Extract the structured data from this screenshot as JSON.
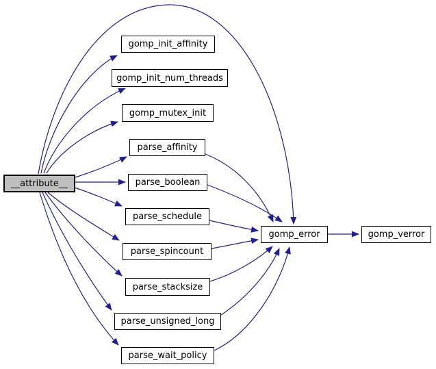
{
  "graph": {
    "type": "call-graph",
    "colors": {
      "edge": "#1f1f8f",
      "node_border": "#000000",
      "node_fill": "#ffffff",
      "highlight_fill": "#bfbfbf",
      "text": "#000000"
    },
    "nodes": [
      {
        "id": "__attribute__",
        "label": "__attribute__",
        "highlighted": true
      },
      {
        "id": "gomp_init_affinity",
        "label": "gomp_init_affinity",
        "highlighted": false
      },
      {
        "id": "gomp_init_num_threads",
        "label": "gomp_init_num_threads",
        "highlighted": false
      },
      {
        "id": "gomp_mutex_init",
        "label": "gomp_mutex_init",
        "highlighted": false
      },
      {
        "id": "parse_affinity",
        "label": "parse_affinity",
        "highlighted": false
      },
      {
        "id": "parse_boolean",
        "label": "parse_boolean",
        "highlighted": false
      },
      {
        "id": "parse_schedule",
        "label": "parse_schedule",
        "highlighted": false
      },
      {
        "id": "parse_spincount",
        "label": "parse_spincount",
        "highlighted": false
      },
      {
        "id": "parse_stacksize",
        "label": "parse_stacksize",
        "highlighted": false
      },
      {
        "id": "parse_unsigned_long",
        "label": "parse_unsigned_long",
        "highlighted": false
      },
      {
        "id": "parse_wait_policy",
        "label": "parse_wait_policy",
        "highlighted": false
      },
      {
        "id": "gomp_error",
        "label": "gomp_error",
        "highlighted": false
      },
      {
        "id": "gomp_verror",
        "label": "gomp_verror",
        "highlighted": false
      }
    ],
    "edges": [
      {
        "from": "__attribute__",
        "to": "gomp_init_affinity"
      },
      {
        "from": "__attribute__",
        "to": "gomp_init_num_threads"
      },
      {
        "from": "__attribute__",
        "to": "gomp_mutex_init"
      },
      {
        "from": "__attribute__",
        "to": "parse_affinity"
      },
      {
        "from": "__attribute__",
        "to": "parse_boolean"
      },
      {
        "from": "__attribute__",
        "to": "parse_schedule"
      },
      {
        "from": "__attribute__",
        "to": "parse_spincount"
      },
      {
        "from": "__attribute__",
        "to": "parse_stacksize"
      },
      {
        "from": "__attribute__",
        "to": "parse_unsigned_long"
      },
      {
        "from": "__attribute__",
        "to": "parse_wait_policy"
      },
      {
        "from": "__attribute__",
        "to": "gomp_error"
      },
      {
        "from": "parse_affinity",
        "to": "gomp_error"
      },
      {
        "from": "parse_boolean",
        "to": "gomp_error"
      },
      {
        "from": "parse_schedule",
        "to": "gomp_error"
      },
      {
        "from": "parse_spincount",
        "to": "gomp_error"
      },
      {
        "from": "parse_stacksize",
        "to": "gomp_error"
      },
      {
        "from": "parse_unsigned_long",
        "to": "gomp_error"
      },
      {
        "from": "parse_wait_policy",
        "to": "gomp_error"
      },
      {
        "from": "gomp_error",
        "to": "gomp_verror"
      }
    ]
  }
}
